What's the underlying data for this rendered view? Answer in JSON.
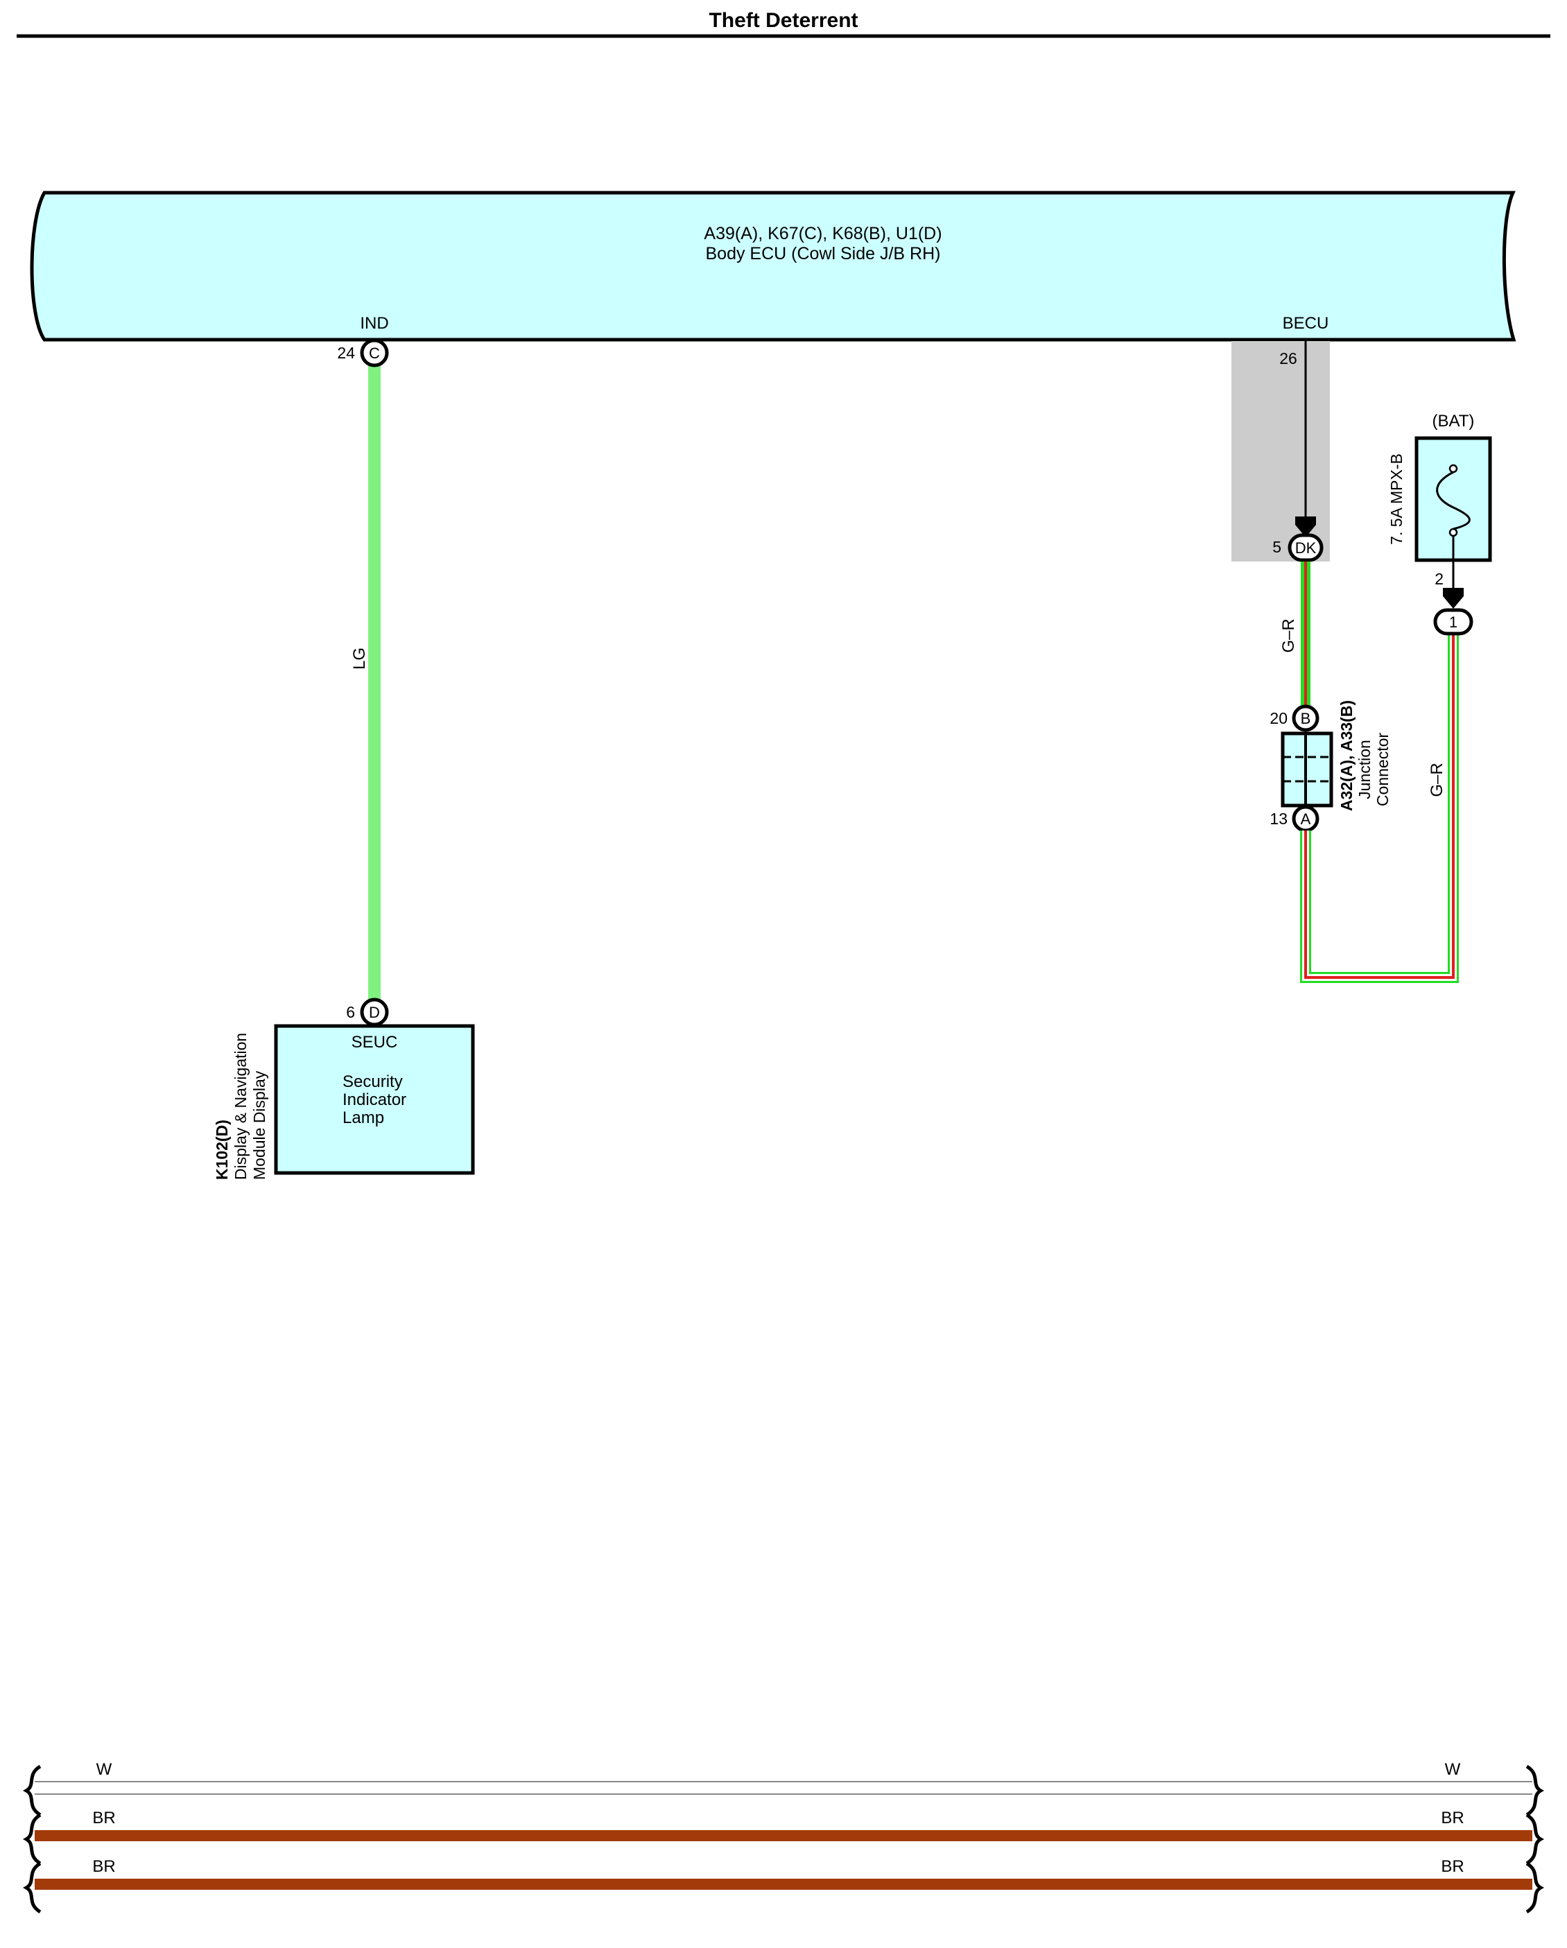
{
  "page": {
    "title": "Theft Deterrent"
  },
  "colors": {
    "ecu_fill": "#ccffff",
    "splice_gray": "#cccccc",
    "wire_lg": "#80f080",
    "wire_g": "#22dd22",
    "wire_r": "#e02020",
    "wire_br": "#a33a0a",
    "wire_w": "#888888",
    "outline": "#000000"
  },
  "body_ecu": {
    "connectors": "A39(A), K67(C), K68(B), U1(D)",
    "name": "Body ECU (Cowl Side J/B RH)",
    "terminals": [
      {
        "signal": "IND",
        "pin": "24",
        "conn": "C"
      },
      {
        "signal": "BECU",
        "pin": "26"
      }
    ]
  },
  "dk_connector": {
    "pin": "5",
    "label": "DK"
  },
  "fuse": {
    "source": "(BAT)",
    "name": "7. 5A MPX-B",
    "pin": "2",
    "conn": "1"
  },
  "junction": {
    "connectors": "A32(A), A33(B)",
    "line1": "Junction",
    "line2": "Connector",
    "pin_top": "20",
    "conn_top": "B",
    "pin_bottom": "13",
    "conn_bottom": "A"
  },
  "wires": {
    "lg": "LG",
    "gr_left": "G–R",
    "gr_right": "G–R"
  },
  "display_module": {
    "connector": "K102(D)",
    "line1": "Display & Navigation",
    "line2": "Module Display",
    "pin": "6",
    "conn": "D",
    "signal": "SEUC",
    "lamp1": "Security",
    "lamp2": "Indicator",
    "lamp3": "Lamp"
  },
  "legend": [
    {
      "code": "W",
      "color": "#888888"
    },
    {
      "code": "BR",
      "color": "#a33a0a"
    },
    {
      "code": "BR",
      "color": "#a33a0a"
    }
  ]
}
